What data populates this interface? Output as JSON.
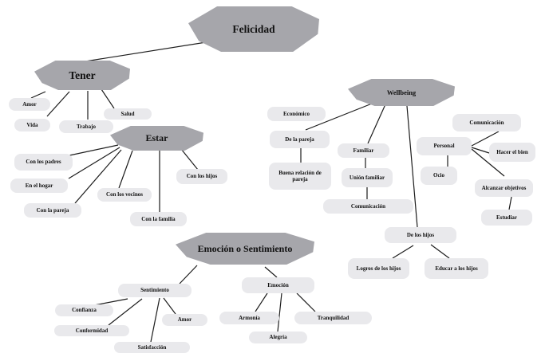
{
  "nodes": {
    "felicidad": "Felicidad",
    "tener": "Tener",
    "amor": "Amor",
    "vida": "Vida",
    "trabajo": "Trabajo",
    "salud": "Salud",
    "estar": "Estar",
    "con_los_padres": "Con los padres",
    "en_el_hogar": "En el hogar",
    "con_la_pareja": "Con la pareja",
    "con_los_vecinos": "Con los vecinos",
    "con_la_familia": "Con la familia",
    "con_los_hijos": "Con los hijos",
    "wellbeing": "Wellbeing",
    "economico": "Económico",
    "de_la_pareja": "De la pareja",
    "buena_relacion_de_pareja": "Buena relación de pareja",
    "familiar": "Familiar",
    "union_familiar": "Unión familiar",
    "comunicacion_familiar": "Comunicación",
    "personal": "Personal",
    "comunicacion_personal": "Comunicación",
    "hacer_el_bien": "Hacer el bien",
    "ocio": "Ocio",
    "alcanzar_objetivos": "Alcanzar objetivos",
    "estudiar": "Estudiar",
    "de_los_hijos": "De los hijos",
    "logros_de_los_hijos": "Logros de los hijos",
    "educar_a_los_hijos": "Educar a los hijos",
    "emocion_o_sentimiento": "Emoción o Sentimiento",
    "sentimiento": "Sentimiento",
    "confianza": "Confianza",
    "conformidad": "Conformidad",
    "satisfaccion": "Satisfacción",
    "amor_sentimiento": "Amor",
    "emocion": "Emoción",
    "armonia": "Armonía",
    "alegria": "Alegría",
    "tranquilidad": "Tranquilidad"
  },
  "relations": [
    [
      "felicidad",
      "tener"
    ],
    [
      "tener",
      "amor"
    ],
    [
      "tener",
      "vida"
    ],
    [
      "tener",
      "trabajo"
    ],
    [
      "tener",
      "salud"
    ],
    [
      "estar",
      "con_los_padres"
    ],
    [
      "estar",
      "en_el_hogar"
    ],
    [
      "estar",
      "con_la_pareja"
    ],
    [
      "estar",
      "con_los_vecinos"
    ],
    [
      "estar",
      "con_la_familia"
    ],
    [
      "estar",
      "con_los_hijos"
    ],
    [
      "wellbeing",
      "de_la_pareja"
    ],
    [
      "wellbeing",
      "familiar"
    ],
    [
      "wellbeing",
      "de_los_hijos"
    ],
    [
      "de_la_pareja",
      "buena_relacion_de_pareja"
    ],
    [
      "familiar",
      "union_familiar"
    ],
    [
      "union_familiar",
      "comunicacion_familiar"
    ],
    [
      "personal",
      "comunicacion_personal"
    ],
    [
      "personal",
      "hacer_el_bien"
    ],
    [
      "personal",
      "ocio"
    ],
    [
      "personal",
      "alcanzar_objetivos"
    ],
    [
      "alcanzar_objetivos",
      "estudiar"
    ],
    [
      "de_los_hijos",
      "logros_de_los_hijos"
    ],
    [
      "de_los_hijos",
      "educar_a_los_hijos"
    ],
    [
      "emocion_o_sentimiento",
      "sentimiento"
    ],
    [
      "emocion_o_sentimiento",
      "emocion"
    ],
    [
      "sentimiento",
      "confianza"
    ],
    [
      "sentimiento",
      "conformidad"
    ],
    [
      "sentimiento",
      "satisfaccion"
    ],
    [
      "sentimiento",
      "amor_sentimiento"
    ],
    [
      "emocion",
      "armonia"
    ],
    [
      "emocion",
      "alegria"
    ],
    [
      "emocion",
      "tranquilidad"
    ]
  ],
  "colors": {
    "octagon_fill": "#a6a6ab",
    "box_fill": "#e9e9ec",
    "line": "#1c1c1c",
    "text": "#111111",
    "background": "#ffffff"
  }
}
